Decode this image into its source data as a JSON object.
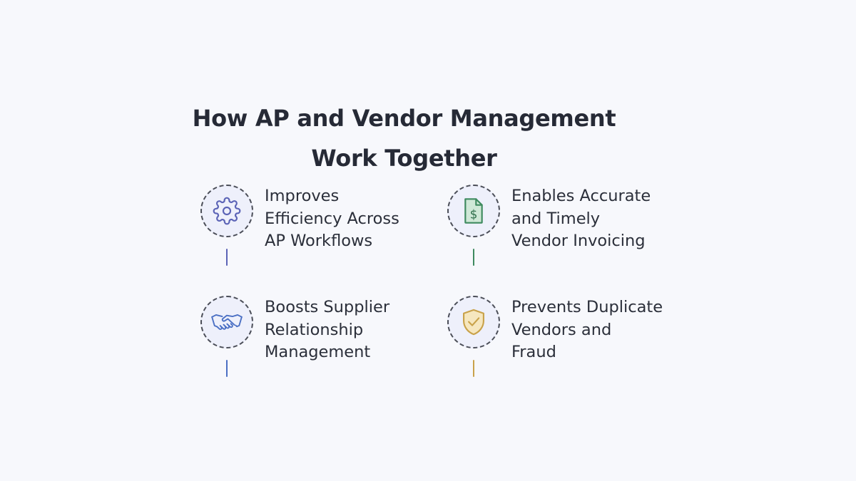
{
  "title": {
    "line1": "How AP and Vendor Management",
    "line2": "Work Together"
  },
  "items": [
    {
      "lines": [
        "Improves",
        "Efficiency Across",
        "AP Workflows"
      ],
      "icon": "gear-icon",
      "accent": "#5b63b6"
    },
    {
      "lines": [
        "Enables Accurate",
        "and Timely",
        "Vendor Invoicing"
      ],
      "icon": "invoice-dollar-icon",
      "accent": "#3e8a5f"
    },
    {
      "lines": [
        "Boosts Supplier",
        "Relationship",
        "Management"
      ],
      "icon": "handshake-icon",
      "accent": "#4a6fc4"
    },
    {
      "lines": [
        "Prevents Duplicate",
        "Vendors and",
        "Fraud"
      ],
      "icon": "shield-check-icon",
      "accent": "#c9a24a"
    }
  ]
}
